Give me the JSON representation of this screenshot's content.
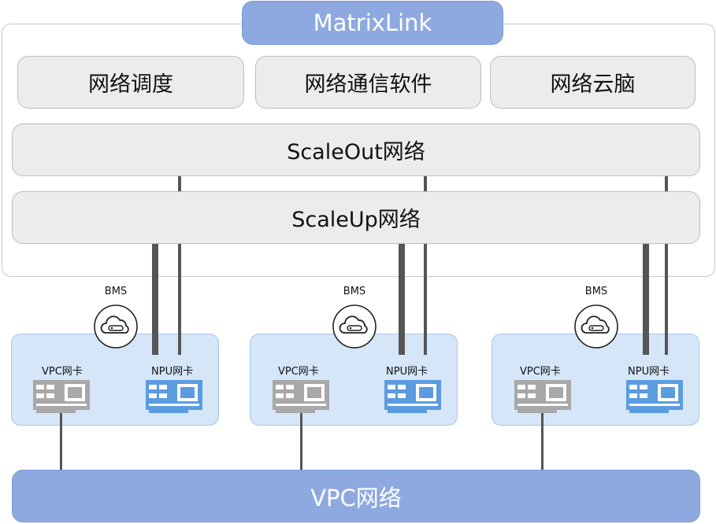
{
  "title": "MatrixLink",
  "top_modules": [
    "网络调度",
    "网络通信软件",
    "网络云脑"
  ],
  "layers": {
    "scaleout": "ScaleOut网络",
    "scaleup": "ScaleUp网络"
  },
  "nodes": [
    {
      "bms": "BMS",
      "vpc_nic": "VPC网卡",
      "npu_nic": "NPU网卡"
    },
    {
      "bms": "BMS",
      "vpc_nic": "VPC网卡",
      "npu_nic": "NPU网卡"
    },
    {
      "bms": "BMS",
      "vpc_nic": "VPC网卡",
      "npu_nic": "NPU网卡"
    }
  ],
  "bottom_network": "VPC网络",
  "colors": {
    "accent_blue": "#8ea9e0",
    "server_blue": "#d5e6f8",
    "npu_blue": "#5b9ce0",
    "vpc_gray": "#a8a8a8",
    "module_gray": "#ececec"
  }
}
